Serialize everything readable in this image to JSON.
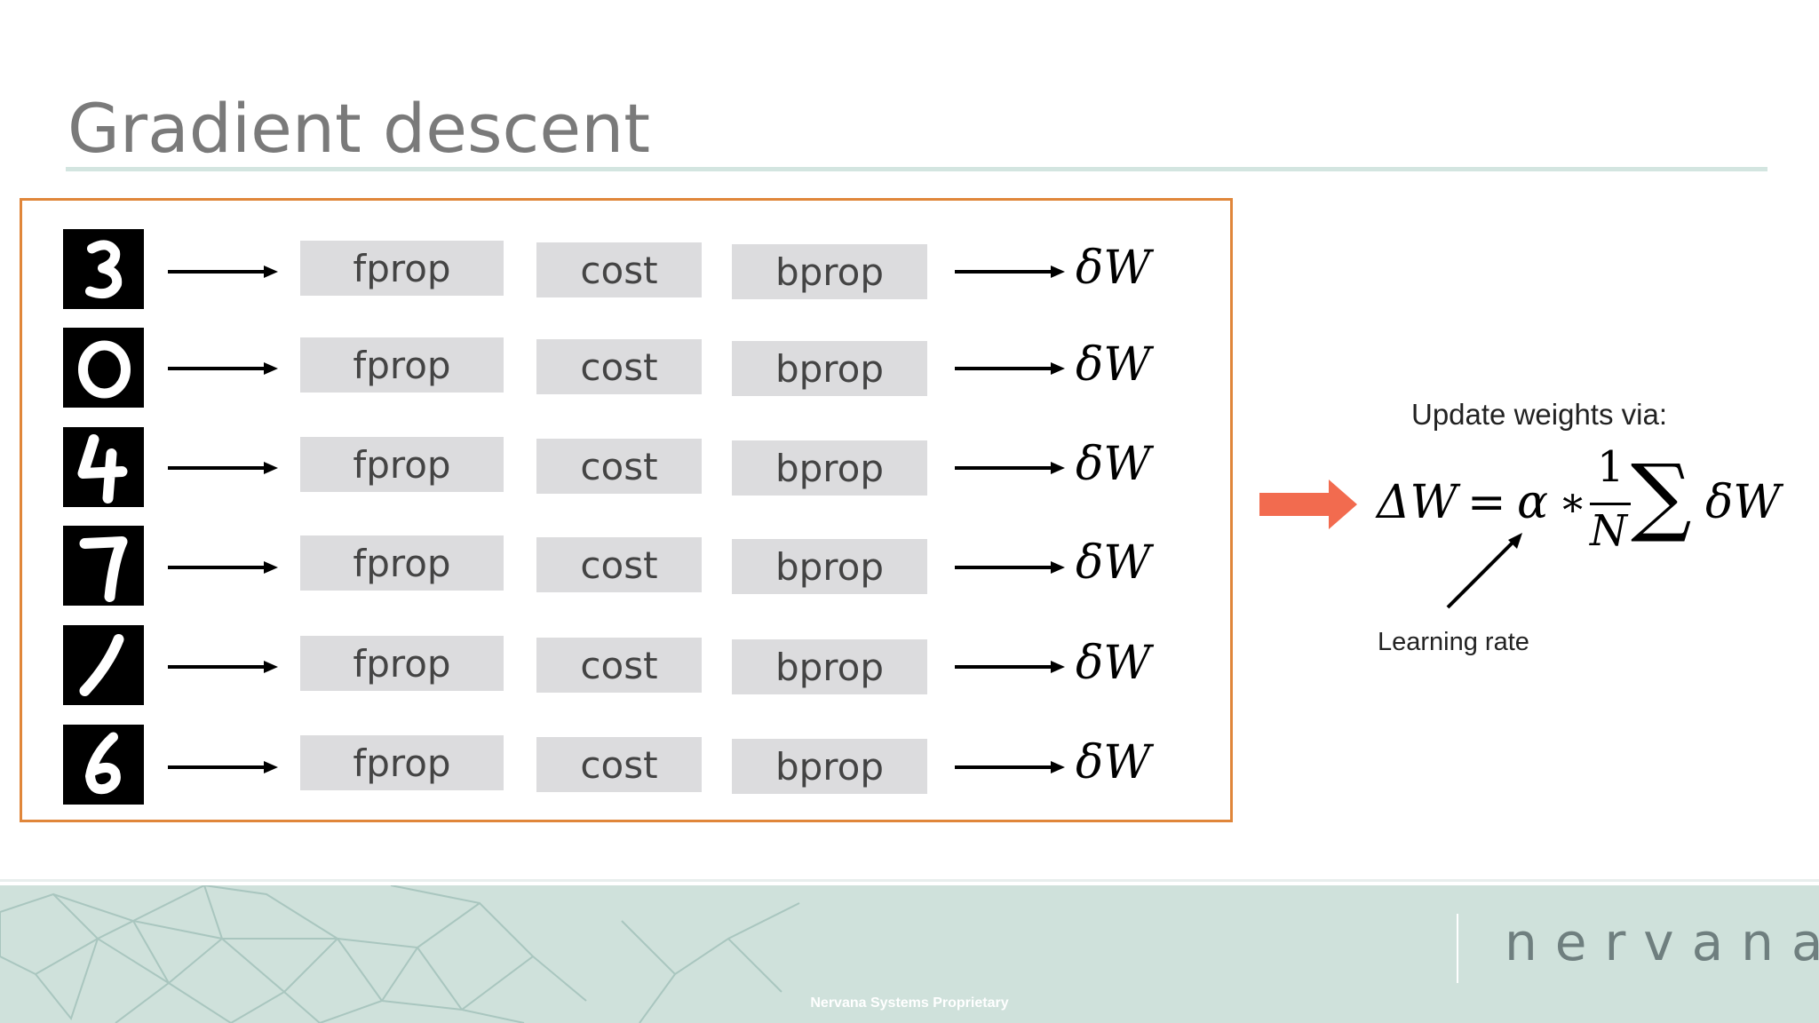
{
  "title": "Gradient descent",
  "pipeline": {
    "rows": [
      {
        "digit": "3",
        "fprop": "fprop",
        "cost": "cost",
        "bprop": "bprop",
        "output": "δW"
      },
      {
        "digit": "0",
        "fprop": "fprop",
        "cost": "cost",
        "bprop": "bprop",
        "output": "δW"
      },
      {
        "digit": "4",
        "fprop": "fprop",
        "cost": "cost",
        "bprop": "bprop",
        "output": "δW"
      },
      {
        "digit": "7",
        "fprop": "fprop",
        "cost": "cost",
        "bprop": "bprop",
        "output": "δW"
      },
      {
        "digit": "1",
        "fprop": "fprop",
        "cost": "cost",
        "bprop": "bprop",
        "output": "δW"
      },
      {
        "digit": "6",
        "fprop": "fprop",
        "cost": "cost",
        "bprop": "bprop",
        "output": "δW"
      }
    ]
  },
  "update": {
    "caption": "Update weights via:",
    "formula": {
      "lhs": "ΔW",
      "equals": "=",
      "alpha": "α",
      "times": "∗",
      "numerator": "1",
      "denominator": "N",
      "sum": "∑",
      "rhs": "δW"
    },
    "annotation": "Learning rate"
  },
  "footer": {
    "brand": "nervana",
    "notice": "Nervana Systems Proprietary"
  },
  "colors": {
    "frame_border": "#e0863a",
    "big_arrow": "#f26b4f",
    "box_fill": "#dcdcde",
    "footer_bg": "#cfe1db",
    "title_rule": "#d3e5e0"
  }
}
